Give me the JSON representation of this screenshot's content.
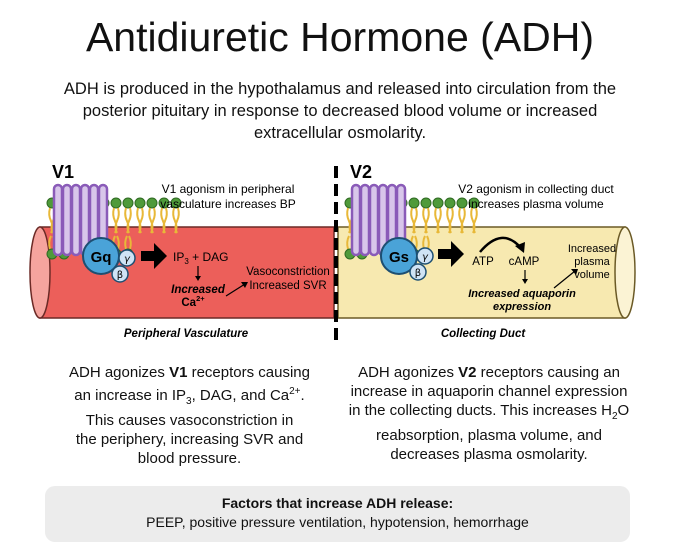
{
  "title": "Antidiuretic Hormone (ADH)",
  "intro": "ADH is produced in the hypothalamus and released into circulation from the posterior pituitary in response to decreased blood volume or increased extracellular osmolarity.",
  "left": {
    "receptor": "V1",
    "caption": [
      "V1 agonism in peripheral",
      "vasculature increases BP"
    ],
    "g_protein": "Gq",
    "gamma": "γ",
    "beta": "β",
    "messengers_ip": "IP",
    "messengers_sub": "3",
    "messengers_rest": " + DAG",
    "increased": "Increased",
    "ca": "Ca",
    "ca_sup": "2+",
    "effect": [
      "Vasoconstriction",
      "Increased SVR"
    ],
    "label": "Peripheral Vasculature",
    "colors": {
      "vessel": "#ec5f5a",
      "vessel_end": "#f5a49e"
    },
    "paragraph": {
      "line1_a": "ADH agonizes ",
      "line1_b": "V1",
      "line1_c": " receptors causing",
      "line2_a": "an increase in IP",
      "line2_sub": "3",
      "line2_b": ", DAG, and Ca",
      "line2_sup": "2+",
      "line2_c": ".",
      "line3": "This causes vasoconstriction in",
      "line4": "the periphery, increasing SVR and",
      "line5": "blood pressure."
    }
  },
  "right": {
    "receptor": "V2",
    "caption": [
      "V2 agonism in collecting duct",
      "increases plasma volume"
    ],
    "g_protein": "Gs",
    "gamma": "γ",
    "beta": "β",
    "atp": "ATP",
    "camp": "cAMP",
    "aquaporin": [
      "Increased aquaporin",
      "expression"
    ],
    "effect": [
      "Increased",
      "plasma",
      "volume"
    ],
    "label": "Collecting Duct",
    "colors": {
      "vessel": "#f7e9b0",
      "vessel_end": "#fbf3d4"
    },
    "paragraph": {
      "line1_a": "ADH agonizes ",
      "line1_b": "V2",
      "line1_c": " receptors causing an",
      "line2": "increase in aquaporin channel expression",
      "line3_a": "in the collecting ducts. This increases H",
      "line3_sub": "2",
      "line3_b": "O",
      "line4": "reabsorption, plasma volume, and",
      "line5": "decreases plasma osmolarity."
    }
  },
  "factors": {
    "title": "Factors that increase ADH release:",
    "text": "PEEP, positive pressure ventilation, hypotension, hemorrhage"
  },
  "colors": {
    "receptor": "#8a5bb8",
    "receptor_fill": "#d8c6ea",
    "gprotein": "#4aa3d8",
    "subunit": "#cfe3f5",
    "lipid_head": "#4f9a3a",
    "lipid_tail": "#e8b838"
  }
}
